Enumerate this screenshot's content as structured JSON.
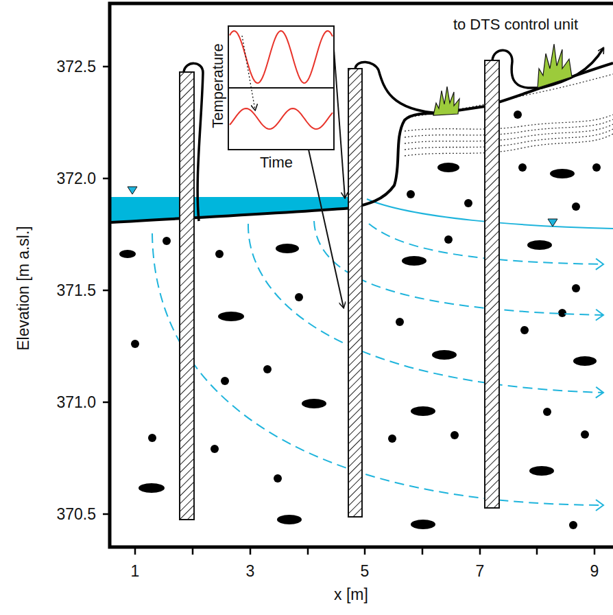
{
  "diagram": {
    "labels": [
      "to DTS control unit",
      "Temperature",
      "Time",
      "372.5",
      "372.0",
      "371.5",
      "371.0",
      "370.5",
      "Elevation [m a.sl.]",
      "1",
      "3",
      "5",
      "7",
      "9",
      "x [m]"
    ]
  }
}
